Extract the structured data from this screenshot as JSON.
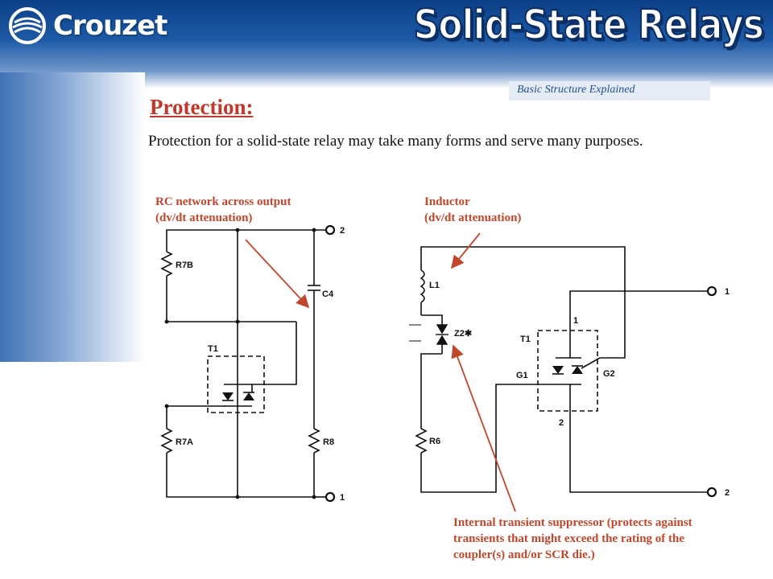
{
  "header": {
    "brand_name": "Crouzet",
    "title": "Solid-State Relays",
    "subtitle": "Basic Structure Explained"
  },
  "content": {
    "section_title": "Protection:",
    "intro": "Protection for a solid-state relay may take many forms and serve many purposes."
  },
  "callouts": {
    "rc_line1": "RC network across output",
    "rc_line2": "(dv/dt attenuation)",
    "ind_line1": "Inductor",
    "ind_line2": "(dv/dt attenuation)",
    "tvs_text": "Internal transient suppressor (protects against transients that might exceed the rating of the coupler(s) and/or SCR die.)"
  },
  "diagram_left": {
    "labels": {
      "r7b": "R7B",
      "c4": "C4",
      "t1": "T1",
      "r7a": "R7A",
      "r8": "R8",
      "term_top": "2",
      "term_bottom": "1"
    }
  },
  "diagram_right": {
    "labels": {
      "l1": "L1",
      "z2": "Z2✱",
      "t1": "T1",
      "g1": "G1",
      "g2": "G2",
      "pin1": "1",
      "pin2": "2",
      "r6": "R6",
      "term_top": "1",
      "term_bottom": "2"
    }
  },
  "colors": {
    "accent_red": "#c0472b",
    "title_red": "#c0382b",
    "header_blue": "#0b3f86",
    "subtitle_blue": "#1f4f97"
  }
}
